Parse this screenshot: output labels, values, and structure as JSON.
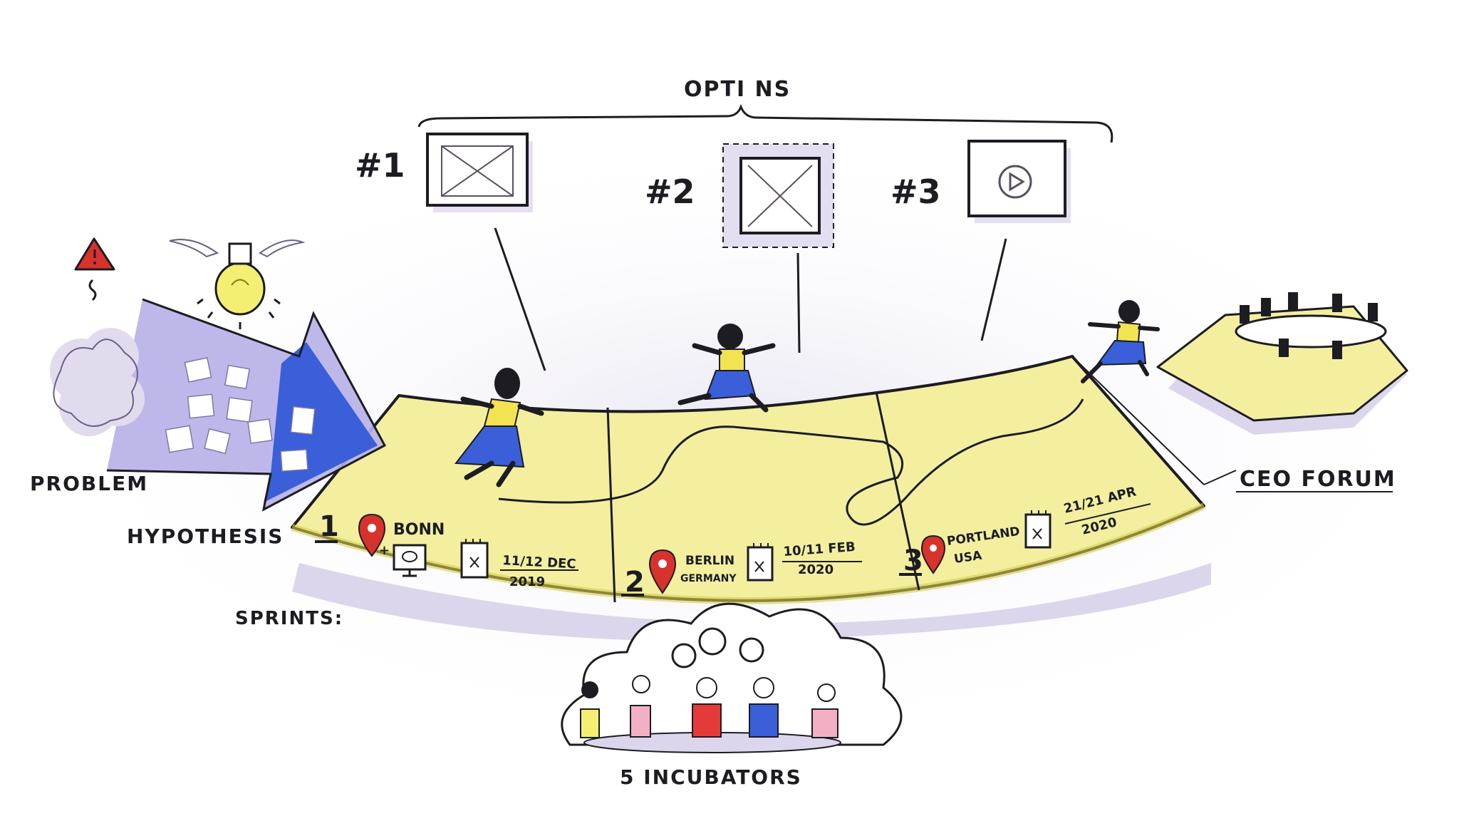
{
  "labels": {
    "options": "OPTI NS",
    "problem": "PROBLEM",
    "hypothesis": "HYPOTHESIS",
    "sprints": "SPRINTS:",
    "ceo_forum": "CEO FORUM",
    "incubators": "5 INCUBATORS"
  },
  "options": [
    {
      "label": "#1"
    },
    {
      "label": "#2"
    },
    {
      "label": "#3"
    }
  ],
  "sprints": [
    {
      "number": "1",
      "location": "BONN",
      "date_line1": "11/12 DEC",
      "date_line2": "2019"
    },
    {
      "number": "2",
      "location_line1": "BERLIN",
      "location_line2": "GERMANY",
      "date_line1": "10/11 FEB",
      "date_line2": "2020"
    },
    {
      "number": "3",
      "location_line1": "PORTLAND",
      "location_line2": "USA",
      "date_line1": "21/21 APR",
      "date_line2": "2020"
    }
  ],
  "colors": {
    "road_yellow": "#f3ef9e",
    "arrow_blue": "#3a5fd8",
    "shadow_lavender": "#dcd6ec",
    "ink": "#1c1c22",
    "pin_red": "#d8322c",
    "bulb_yellow": "#f4ef73"
  },
  "icons": [
    "warning-icon",
    "lightbulb-icon",
    "location-pin-icon",
    "calendar-icon",
    "monitor-icon",
    "play-icon",
    "gear-icon"
  ]
}
